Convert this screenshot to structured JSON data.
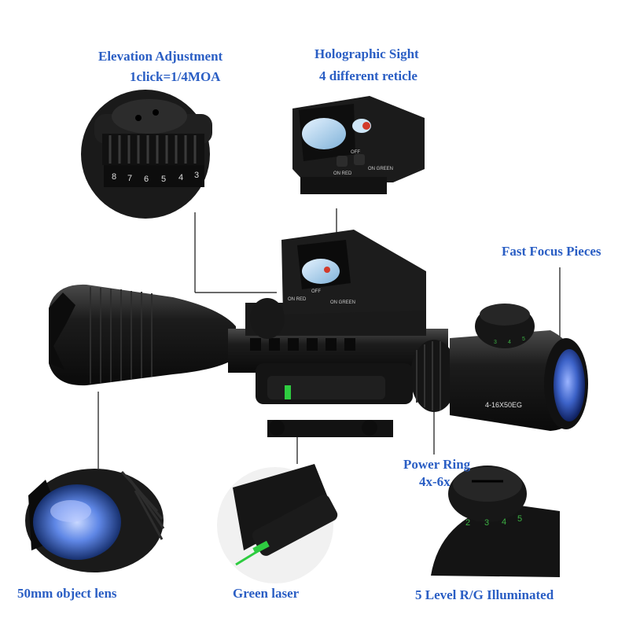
{
  "labels": {
    "elevation": {
      "line1": "Elevation Adjustment",
      "line2": "1click=1/4MOA"
    },
    "holographic": {
      "line1": "Holographic Sight",
      "line2": "4 different reticle"
    },
    "fast_focus": "Fast Focus Pieces",
    "power_ring": {
      "line1": "Power Ring",
      "line2": "4x-6x"
    },
    "object_lens": "50mm object lens",
    "green_laser": "Green laser",
    "illuminated": "5 Level R/G Illuminated"
  },
  "engravings": {
    "scope_model": "4-16X50EG",
    "sight_on_red": "ON RED",
    "sight_off": "OFF",
    "sight_on_green": "ON GREEN",
    "dial_numbers": [
      "8",
      "7",
      "6",
      "5",
      "4",
      "3"
    ],
    "turret_numbers": [
      "2",
      "3",
      "4",
      "5"
    ]
  },
  "colors": {
    "label_blue": "#2a5ec4",
    "metal_dark": "#151515",
    "metal_mid": "#2b2b2b",
    "lens_blue": "#3d63c9",
    "laser_green": "#2ecc40",
    "sight_red": "#d23a2a"
  }
}
